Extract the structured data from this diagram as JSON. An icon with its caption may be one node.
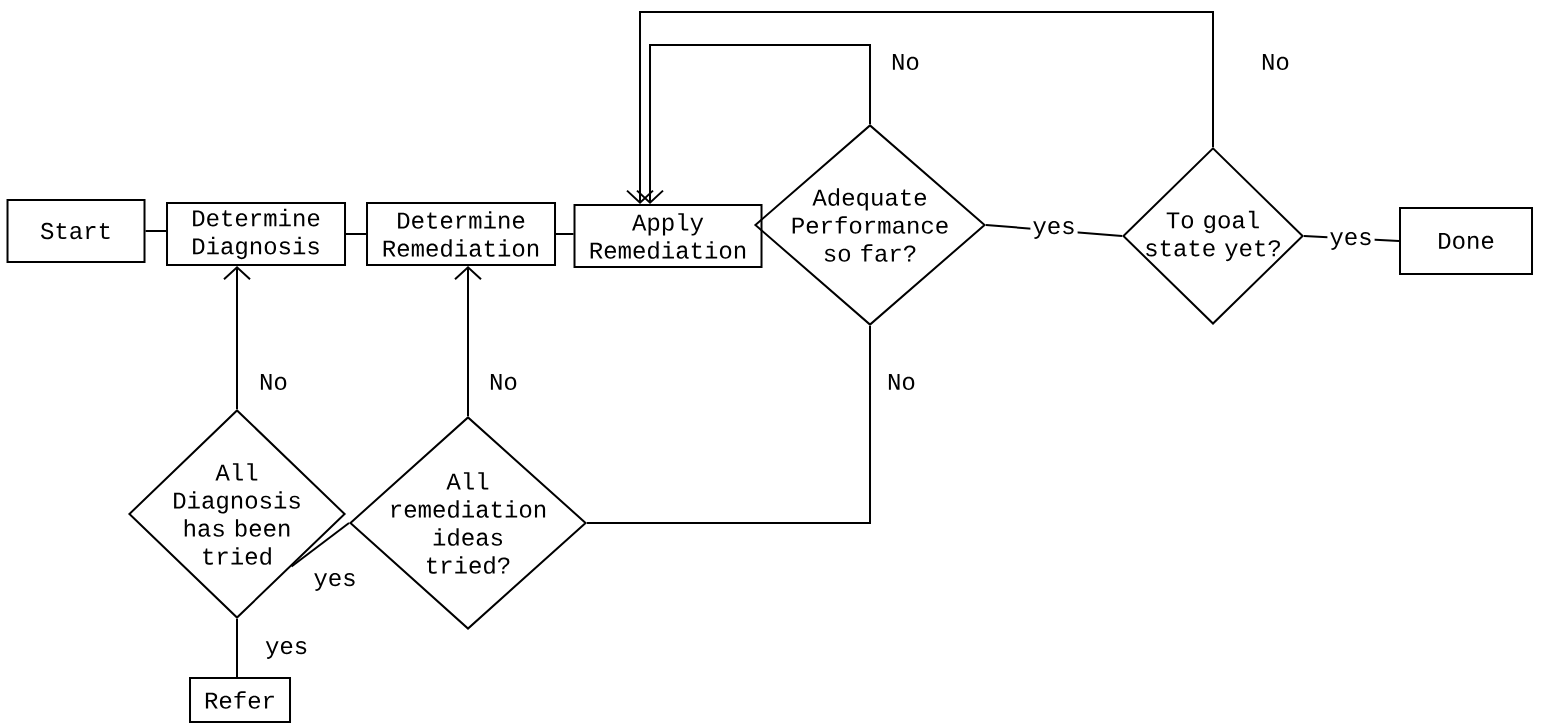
{
  "diagram": {
    "nodes": [
      {
        "text": [
          "Start"
        ]
      },
      {
        "text": [
          "Determine Diagnosis"
        ]
      },
      {
        "text": [
          "Determine Remediation"
        ]
      },
      {
        "text": [
          "Apply Remediation"
        ]
      },
      {
        "text": [
          "Adequate Performance so far?"
        ]
      },
      {
        "text": [
          "To goal state yet?"
        ]
      },
      {
        "text": [
          "Done"
        ]
      },
      {
        "text": [
          "All Diagnosis has been tried"
        ]
      },
      {
        "text": [
          "All remediation ideas tried?"
        ]
      },
      {
        "text": [
          "Refer"
        ]
      }
    ],
    "edges": [
      {
        "from": 0,
        "to": 1,
        "arrow": "none"
      },
      {
        "from": 1,
        "to": 2,
        "arrow": "none"
      },
      {
        "from": 2,
        "to": 3,
        "arrow": "none"
      },
      {
        "from": 4,
        "to": 3,
        "arrow": "to",
        "label": "No"
      },
      {
        "from": 5,
        "to": 3,
        "arrow": "to",
        "label": "No"
      },
      {
        "from": 4,
        "to": 5,
        "arrow": "none",
        "label": "yes"
      },
      {
        "from": 5,
        "to": 6,
        "arrow": "none",
        "label": "yes"
      },
      {
        "from": 7,
        "to": 1,
        "arrow": "to",
        "label": "No"
      },
      {
        "from": 8,
        "to": 2,
        "arrow": "to",
        "label": "No"
      },
      {
        "from": 4,
        "to": 8,
        "arrow": "none",
        "label": "No"
      },
      {
        "from": 7,
        "to": 8,
        "arrow": "none",
        "label": "yes"
      },
      {
        "from": 7,
        "to": 9,
        "arrow": "none",
        "label": "yes"
      }
    ]
  }
}
